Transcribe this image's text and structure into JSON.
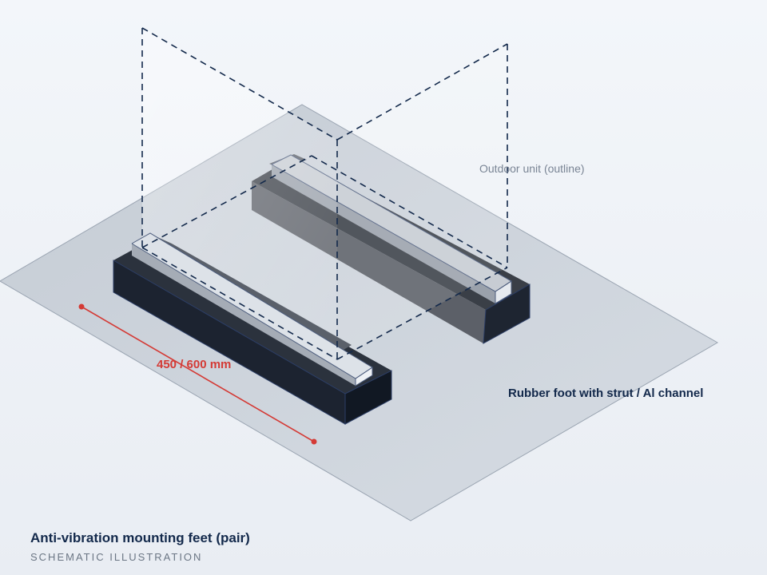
{
  "diagram": {
    "unit_outline_label": "Outdoor unit (outline)",
    "dimension_label": "450 / 600 mm",
    "foot_label": "Rubber foot with strut / Al channel"
  },
  "caption": {
    "title": "Anti-vibration mounting feet (pair)",
    "subtitle": "SCHEMATIC ILLUSTRATION"
  },
  "colors": {
    "ground": "#cdd4dc",
    "rubber_foot": "#1c2330",
    "strut": "#dfe4ea",
    "outline": "#13294b",
    "dimension": "#d43a35"
  }
}
